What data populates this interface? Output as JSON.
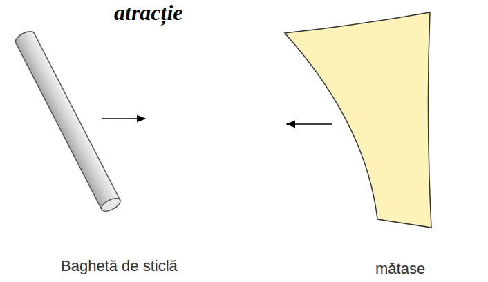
{
  "diagram": {
    "title": "atracție",
    "labels": [
      "Baghetă de sticlă",
      "mătase"
    ]
  }
}
